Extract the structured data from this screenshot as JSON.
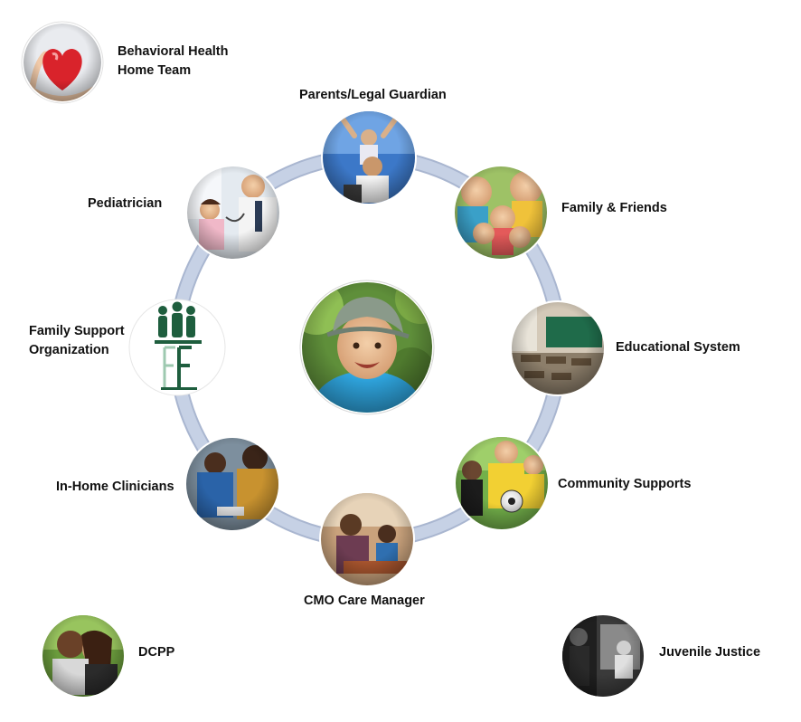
{
  "nodes": {
    "center": {
      "icon": "smiling-child-photo"
    },
    "parents": {
      "label": "Parents/Legal Guardian",
      "icon": "parent-child-photo"
    },
    "family_friends": {
      "label": "Family & Friends",
      "icon": "children-group-photo"
    },
    "educational": {
      "label": "Educational System",
      "icon": "classroom-photo"
    },
    "community": {
      "label": "Community Supports",
      "icon": "soccer-coach-photo"
    },
    "cmo": {
      "label": "CMO Care Manager",
      "icon": "care-manager-photo"
    },
    "in_home": {
      "label": "In-Home Clinicians",
      "icon": "clinicians-photo"
    },
    "fso": {
      "label_lines": [
        "Family Support",
        "Organization"
      ],
      "icon": "family-support-logo"
    },
    "pediatrician": {
      "label": "Pediatrician",
      "icon": "doctor-child-photo"
    }
  },
  "outer": {
    "behavioral": {
      "label_lines": [
        "Behavioral Health",
        "Home Team"
      ],
      "icon": "heart-hands-photo"
    },
    "dcpp": {
      "label": "DCPP",
      "icon": "couple-photo"
    },
    "juvenile": {
      "label": "Juvenile Justice",
      "icon": "juvenile-justice-photo"
    }
  },
  "colors": {
    "ring": "#c3cee3",
    "ring_edge": "#a9b6d0",
    "node_border": "#ffffff",
    "fso_green": "#1e5e3e"
  }
}
